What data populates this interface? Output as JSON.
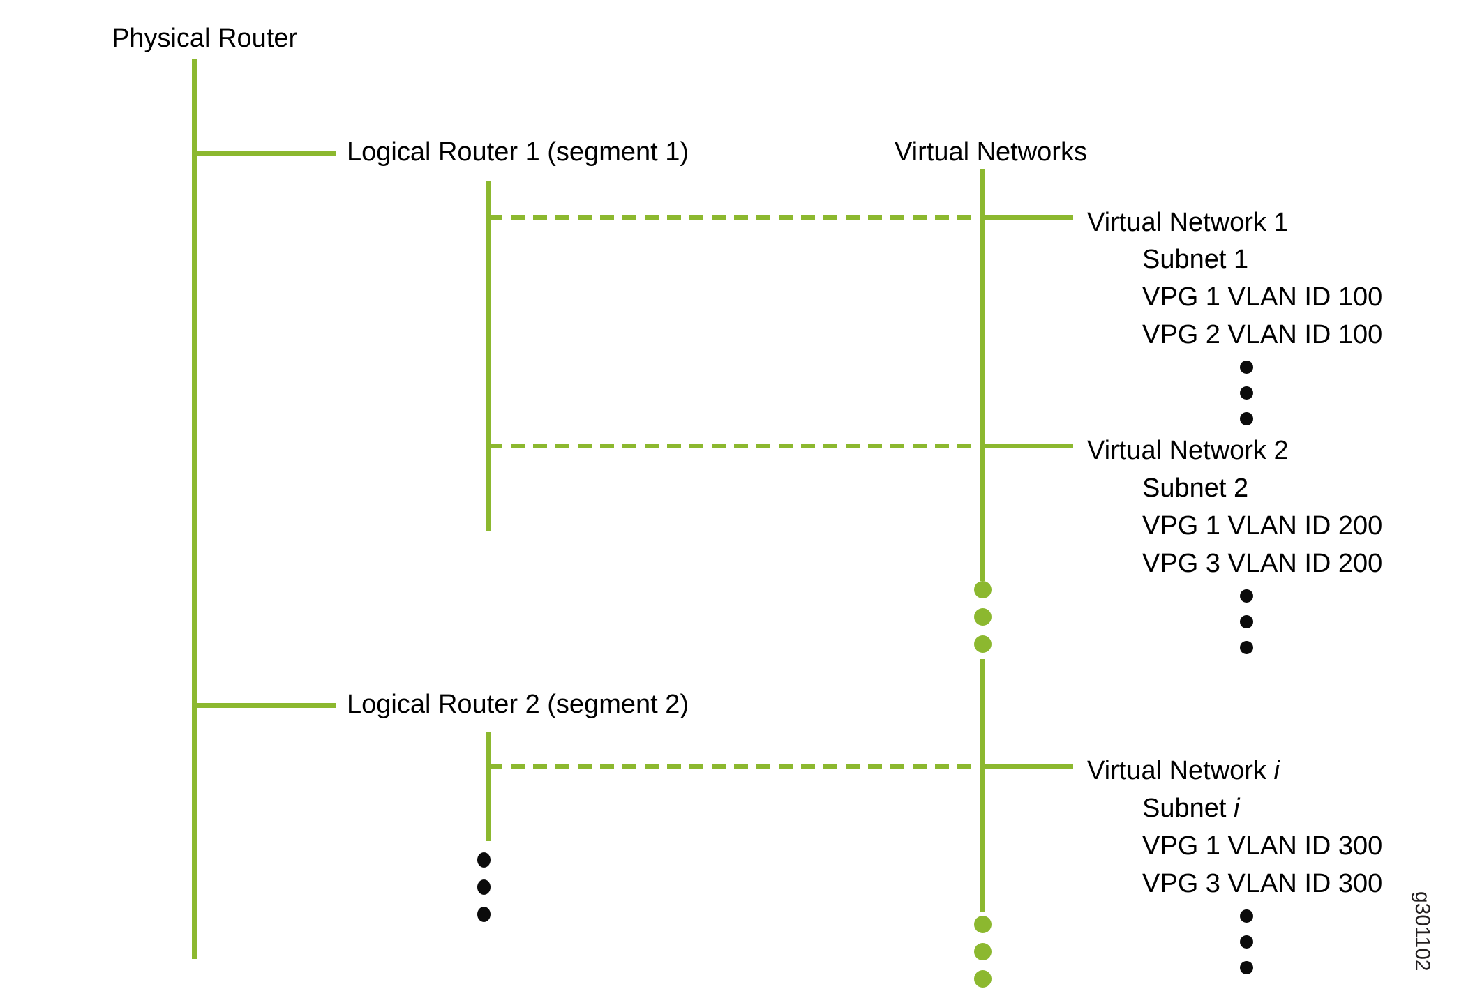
{
  "diagram": {
    "title_labels": {
      "physical_router": "Physical Router",
      "virtual_networks": "Virtual Networks"
    },
    "logical_routers": [
      {
        "label": "Logical Router 1 (segment 1)"
      },
      {
        "label": "Logical Router 2 (segment 2)"
      }
    ],
    "virtual_networks": [
      {
        "name_prefix": "Virtual Network ",
        "name_index": "1",
        "name_italic": false,
        "subnet_prefix": "Subnet ",
        "subnet_index": "1",
        "subnet_italic": false,
        "vpgs": [
          "VPG 1 VLAN ID 100",
          "VPG 2 VLAN ID 100"
        ]
      },
      {
        "name_prefix": "Virtual Network ",
        "name_index": "2",
        "name_italic": false,
        "subnet_prefix": "Subnet ",
        "subnet_index": "2",
        "subnet_italic": false,
        "vpgs": [
          "VPG 1 VLAN ID 200",
          "VPG 3 VLAN ID 200"
        ]
      },
      {
        "name_prefix": "Virtual Network ",
        "name_index": "i",
        "name_italic": true,
        "subnet_prefix": "Subnet ",
        "subnet_index": "i",
        "subnet_italic": true,
        "vpgs": [
          "VPG 1 VLAN ID 300",
          "VPG 3 VLAN ID 300"
        ]
      }
    ],
    "watermark": "g301102",
    "colors": {
      "line_green": "#8CB82F",
      "text_black": "#000000",
      "background": "#FFFFFF"
    }
  }
}
